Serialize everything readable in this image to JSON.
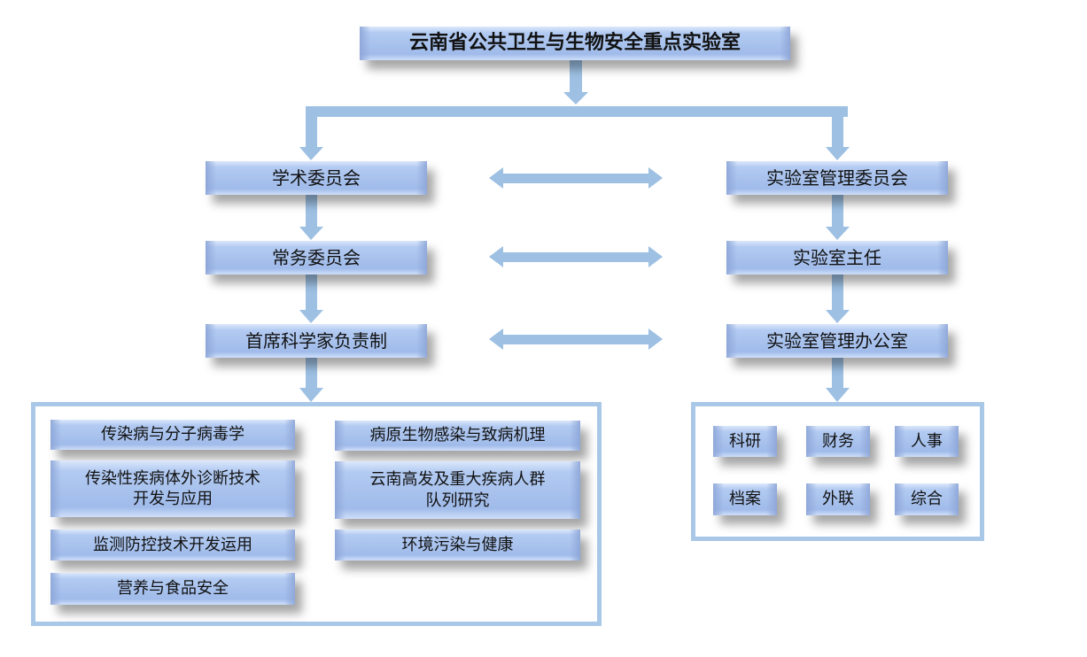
{
  "title": "云南省公共卫生与生物安全重点实验室",
  "left": [
    "学术委员会",
    "常务委员会",
    "首席科学家负责制"
  ],
  "right": [
    "实验室管理委员会",
    "实验室主任",
    "实验室管理办公室"
  ],
  "research_col1": [
    "传染病与分子病毒学",
    "传染性疾病体外诊断技术\n开发与应用",
    "监测防控技术开发运用",
    "营养与食品安全"
  ],
  "research_col2": [
    "病原生物感染与致病机理",
    "云南高发及重大疾病人群\n队列研究",
    "环境污染与健康"
  ],
  "offices": [
    "科研",
    "财务",
    "人事",
    "档案",
    "外联",
    "综合"
  ],
  "colors": {
    "arrow": "#9dc0e3",
    "frame": "#a9c8e8"
  }
}
